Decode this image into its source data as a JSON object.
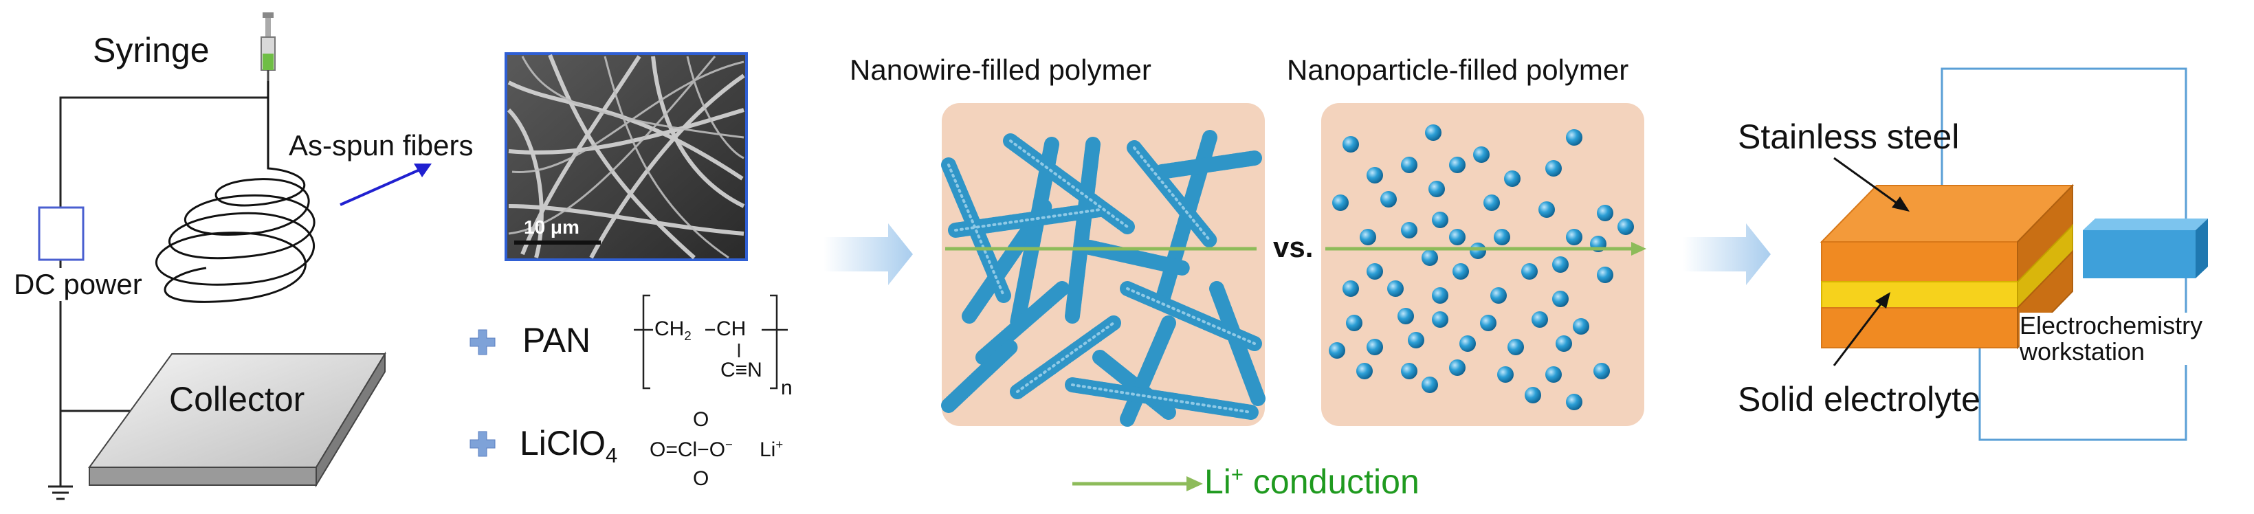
{
  "labels": {
    "syringe": "Syringe",
    "as_spun_fibers": "As-spun fibers",
    "dc_power": "DC power",
    "collector": "Collector",
    "scale_bar": "10 μm",
    "pan": "PAN",
    "liclo4_main": "LiClO",
    "liclo4_sub": "4",
    "nanowire_title": "Nanowire-filled polymer",
    "nanoparticle_title": "Nanoparticle-filled polymer",
    "vs": "vs.",
    "li_conduction_main": "Li",
    "li_conduction_sup": "+",
    "li_conduction_rest": " conduction",
    "stainless_steel": "Stainless steel",
    "solid_electrolyte": "Solid electrolyte",
    "electrochemistry_workstation": "Electrochemistry workstation",
    "electrochemistry_line1": "Electrochemistry",
    "electrochemistry_line2": "workstation"
  },
  "chemistry": {
    "pan_chain_top": "CH",
    "pan_chain_sub": "2",
    "pan_ch": "CH",
    "pan_cn": "C≡N",
    "pan_n": "n",
    "perchlorate_o_top": "O",
    "perchlorate_o_bottom": "O",
    "perchlorate_center": "O=Cl−O",
    "perchlorate_charge": "−",
    "perchlorate_li": "Li",
    "perchlorate_li_charge": "+"
  },
  "colors": {
    "panel_bg": "#f3d3bd",
    "fiber_blue": "#2f95c7",
    "particle_blue": "#1f8ec4",
    "arrow_green": "#8dbb5a",
    "process_arrow": "#cfe3f5",
    "steel_orange": "#f39230",
    "electrolyte_yellow": "#f6d21c",
    "workstation_blue": "#3ea0da",
    "plus_blue": "#7ea2d8",
    "fiber_arrow": "#2020d0"
  },
  "icons": [
    "syringe-icon",
    "plus-icon",
    "ground-icon",
    "process-arrow-icon"
  ]
}
